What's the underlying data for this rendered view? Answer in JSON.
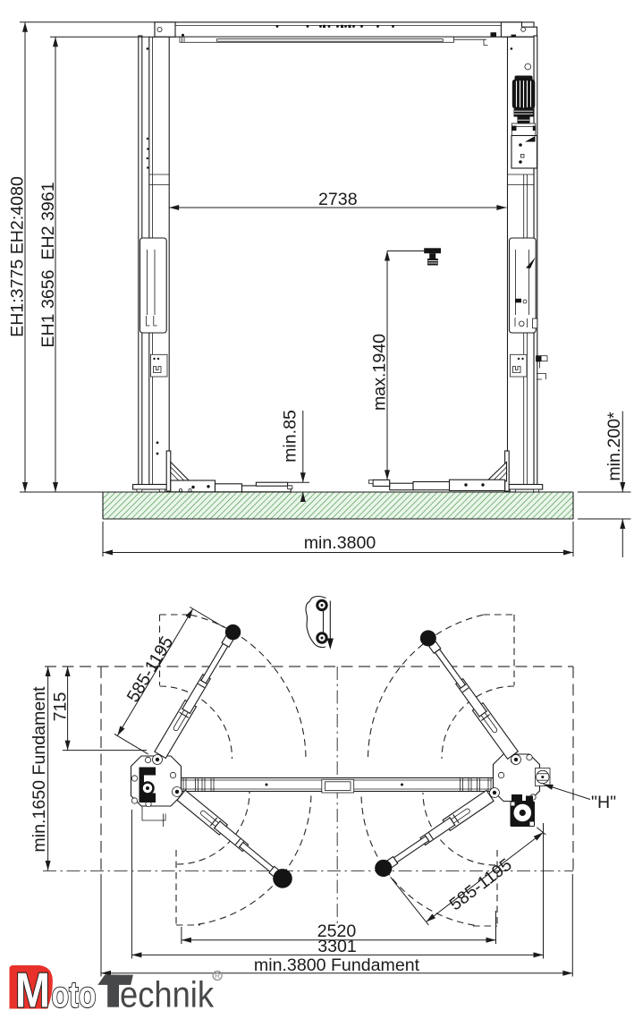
{
  "title": "Two-post vehicle lift installation drawing",
  "colors": {
    "line": "#1b1b1b",
    "hatch_green": "#3da048",
    "logo_red": "#e8312a",
    "logo_gray": "#47484a"
  },
  "front_view": {
    "dim_total_height": "EH1:3775 EH2:4080",
    "dim_column_height": "EH1 3656  EH2 3961",
    "dim_clear_width": "2738",
    "dim_max_lift_height": "max.1940",
    "dim_min_pad_height": "min.85",
    "dim_foundation_thickness": "min.200*",
    "dim_floor_width": "min.3800"
  },
  "plan_view": {
    "dim_arm_reach_upper": "585-1195",
    "dim_arm_reach_lower": "585-1195",
    "dim_front_edge_offset": "715",
    "dim_foundation_length": "min.1650 Fundament",
    "dim_drive_through": "2520",
    "dim_baseplate_span": "3301",
    "dim_foundation_width": "min.3800 Fundament",
    "label_power_unit": "\"H\""
  },
  "logo": {
    "m": "M",
    "oto": "oto",
    "t": "T",
    "echnik": "echnik",
    "registered": "R"
  }
}
